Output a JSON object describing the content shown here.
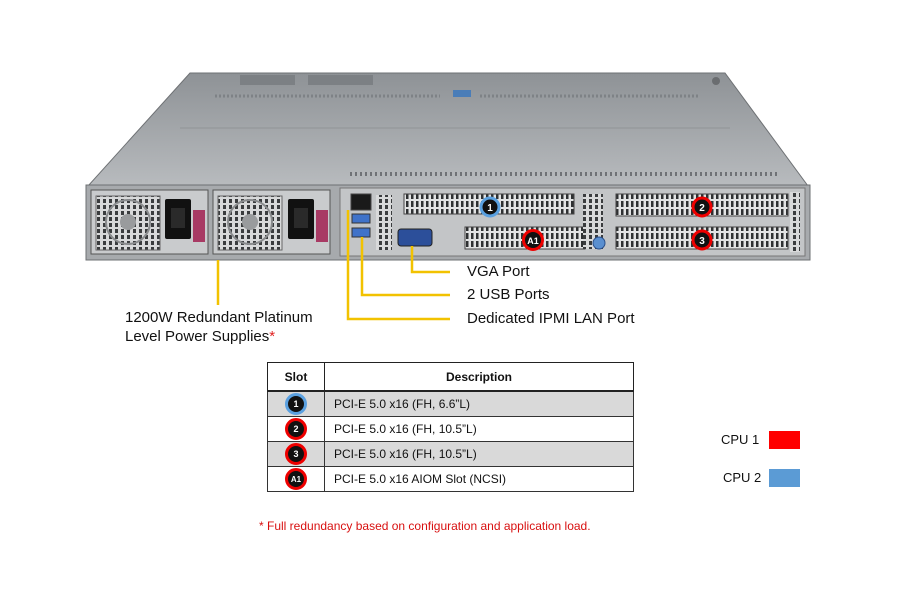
{
  "labels": {
    "vga": "VGA Port",
    "usb": "2 USB Ports",
    "ipmi": "Dedicated IPMI  LAN Port",
    "psu_line1": "1200W Redundant  Platinum",
    "psu_line2": "Level Power Supplies",
    "psu_asterisk": "*"
  },
  "slot_markers": {
    "s1": "1",
    "s2": "2",
    "s3": "3",
    "a1": "A1"
  },
  "table": {
    "headers": [
      "Slot",
      "Description"
    ],
    "rows": [
      {
        "slot": "1",
        "cpu": "CPU 2",
        "description": "PCI-E  5.0 x16 (FH,  6.6”L)"
      },
      {
        "slot": "2",
        "cpu": "CPU 1",
        "description": "PCI-E  5.0 x16 (FH,  10.5”L)"
      },
      {
        "slot": "3",
        "cpu": "CPU 1",
        "description": "PCI-E  5.0 x16 (FH,  10.5”L)"
      },
      {
        "slot": "A1",
        "cpu": "CPU 1",
        "description": "PCI-E  5.0 x16 AIOM Slot (NCSI)"
      }
    ]
  },
  "legend": [
    {
      "label": "CPU  1",
      "color": "#ff0000"
    },
    {
      "label": "CPU  2",
      "color": "#5b9bd5"
    }
  ],
  "footnote": "*  Full redundancy based on configuration  and application load.",
  "colors": {
    "callout_line": "#f2c200",
    "chassis": "#a9acaf",
    "cpu1": "#ff0000",
    "cpu2": "#5b9bd5"
  }
}
